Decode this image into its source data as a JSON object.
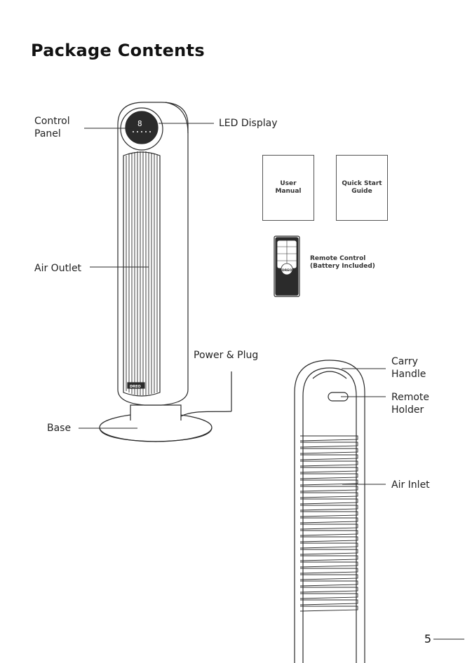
{
  "page": {
    "title": "Package Contents",
    "page_number": "5"
  },
  "labels": {
    "control_panel": "Control\nPanel",
    "led_display": "LED Display",
    "air_outlet": "Air Outlet",
    "power_plug": "Power & Plug",
    "base": "Base",
    "carry_handle": "Carry\nHandle",
    "remote_holder": "Remote\nHolder",
    "air_inlet": "Air Inlet"
  },
  "booklets": {
    "user_manual": "User\nManual",
    "quick_start": "Quick Start\nGuide"
  },
  "remote": {
    "label": "Remote Control\n(Battery Included)",
    "brand": "DREO"
  },
  "heater": {
    "brand": "DREO",
    "display_digit": "8"
  },
  "colors": {
    "line": "#2a2a2a",
    "text": "#222222"
  }
}
